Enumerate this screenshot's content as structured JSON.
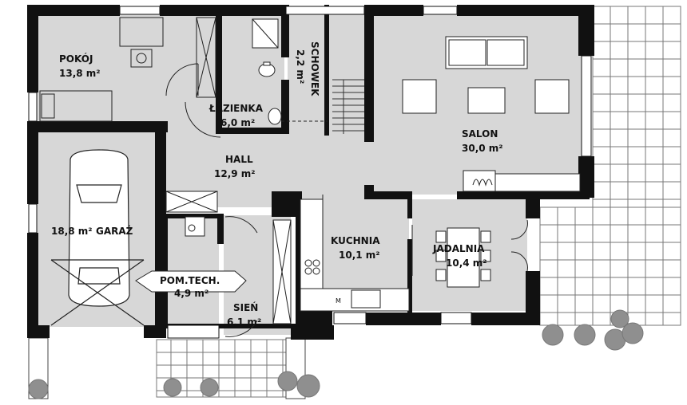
{
  "rooms": {
    "pokoj": {
      "name": "POKÓJ",
      "area": "13,8 m²"
    },
    "lazienka": {
      "name": "ŁAZIENKA",
      "area": "6,0 m²"
    },
    "schowek": {
      "name": "SCHOWEK",
      "area": "2,2 m²"
    },
    "salon": {
      "name": "SALON",
      "area": "30,0 m²"
    },
    "hall": {
      "name": "HALL",
      "area": "12,9 m²"
    },
    "garaz": {
      "name": "GARAŻ",
      "area": "18,8 m²"
    },
    "kuchnia": {
      "name": "KUCHNIA",
      "area": "10,1 m²"
    },
    "jadalnia": {
      "name": "JADALNIA",
      "area": "10,4 m²"
    },
    "pomtech": {
      "name": "POM.TECH.",
      "area": "4,9 m²"
    },
    "sien": {
      "name": "SIEŃ",
      "area": "6,1 m²"
    }
  },
  "fixtures": {
    "microwave": "M"
  },
  "colors": {
    "room_fill": "#d7d7d7",
    "wall": "#111111",
    "terrace_grid": "#777777",
    "shrub": "#8f8f8f"
  }
}
